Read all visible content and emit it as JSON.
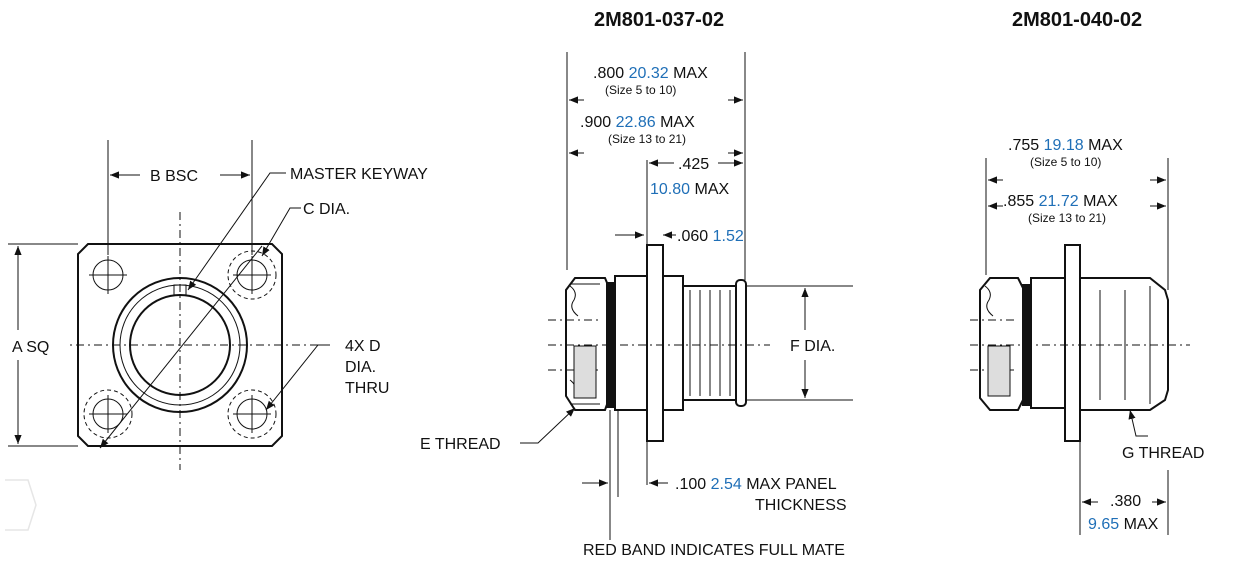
{
  "titles": {
    "left_part": "2M801-037-02",
    "right_part": "2M801-040-02"
  },
  "front_view": {
    "b_bsc": "B BSC",
    "master_keyway": "MASTER KEYWAY",
    "c_dia": "C DIA.",
    "a_sq": "A SQ",
    "d_line1": "4X D",
    "d_line2": "DIA.",
    "d_line3": "THRU"
  },
  "side_view_037": {
    "dim1_in": ".800",
    "dim1_mm": "20.32",
    "dim1_max": "MAX",
    "dim1_note": "(Size 5 to 10)",
    "dim2_in": ".900",
    "dim2_mm": "22.86",
    "dim2_max": "MAX",
    "dim2_note": "(Size 13 to 21)",
    "dim3_in": ".425",
    "dim3_mm": "10.80",
    "dim3_max": "MAX",
    "dim4_in": ".060",
    "dim4_mm": "1.52",
    "f_dia": "F DIA.",
    "e_thread": "E THREAD",
    "panel_in": ".100",
    "panel_mm": "2.54",
    "panel_l1": "MAX PANEL",
    "panel_l2": "THICKNESS",
    "red_band": "RED BAND INDICATES FULL MATE"
  },
  "side_view_040": {
    "dim1_in": ".755",
    "dim1_mm": "19.18",
    "dim1_max": "MAX",
    "dim1_note": "(Size 5 to 10)",
    "dim2_in": ".855",
    "dim2_mm": "21.72",
    "dim2_max": "MAX",
    "dim2_note": "(Size 13 to 21)",
    "g_thread": "G THREAD",
    "dim3_in": ".380",
    "dim3_mm": "9.65",
    "dim3_max": "MAX"
  },
  "colors": {
    "metric": "#1f6fb7",
    "line": "#111111"
  }
}
